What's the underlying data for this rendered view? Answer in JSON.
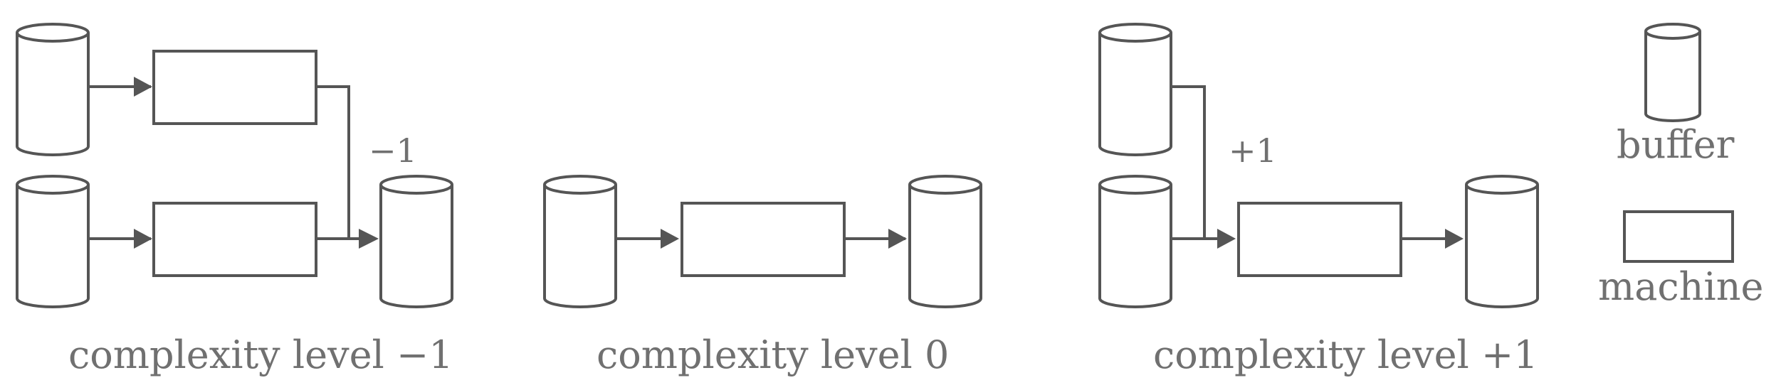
{
  "labels": {
    "level_minus": "complexity level −1",
    "level_zero": "complexity level 0",
    "level_plus": "complexity level +1",
    "merge_tag": "−1",
    "split_tag": "+1"
  },
  "legend": {
    "buffer": "buffer",
    "machine": "machine"
  },
  "colors": {
    "stroke": "#555555",
    "text": "#707070"
  }
}
